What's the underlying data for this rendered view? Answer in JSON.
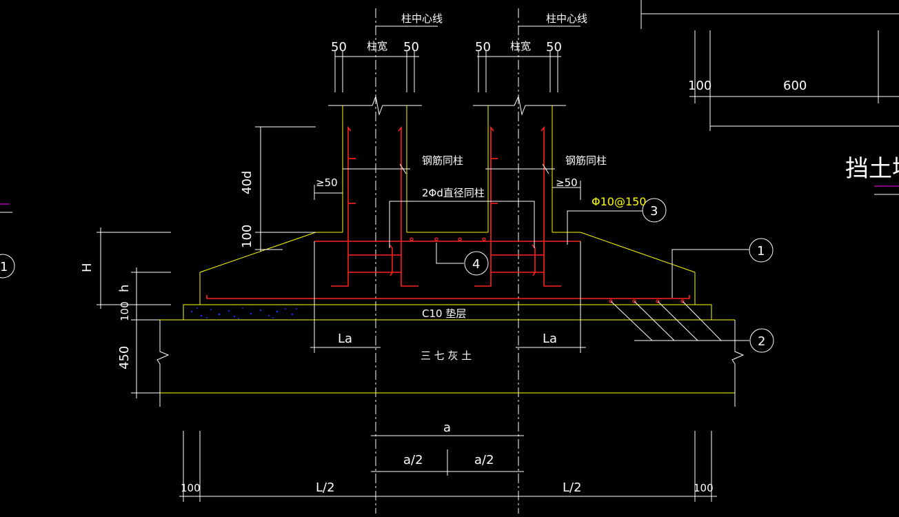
{
  "labels": {
    "col_center_left": "柱中心线",
    "col_center_right": "柱中心线",
    "col_width_left": "柱宽",
    "col_width_right": "柱宽",
    "dim_50_a": "50",
    "dim_50_b": "50",
    "dim_50_c": "50",
    "dim_50_d": "50",
    "rebar_same_left": "钢筋同柱",
    "rebar_same_right": "钢筋同柱",
    "anchor_left": "≥50",
    "anchor_right": "≥50",
    "dia_same": "2Φd直径同柱",
    "stirrup_spec": "Φ10@150",
    "dim_40d": "40d",
    "dim_100_v": "100",
    "dim_H": "H",
    "dim_h": "h",
    "dim_100_pad": "100",
    "dim_450": "450",
    "cushion": "C10 垫层",
    "soil": "三 七 灰 土",
    "la_left": "La",
    "la_right": "La",
    "dim_a": "a",
    "dim_a2_left": "a/2",
    "dim_a2_right": "a/2",
    "dim_L2_left": "L/2",
    "dim_L2_right": "L/2",
    "dim_100_bl": "100",
    "dim_100_br": "100",
    "dim_100_tr": "100",
    "dim_600_tr": "600",
    "retaining_wall": "挡土墙T",
    "callout_1": "1",
    "callout_2": "2",
    "callout_3": "3",
    "callout_4": "4",
    "callout_1_edge": "1"
  },
  "colors": {
    "background": "#000000",
    "dimension_lines": "#ffffff",
    "concrete_outline": "#ffff00",
    "rebar": "#ff2020",
    "stirrup_text": "#ffff00",
    "cushion_fill": "#1a2cff",
    "edge_marker": "#ff00ff"
  }
}
